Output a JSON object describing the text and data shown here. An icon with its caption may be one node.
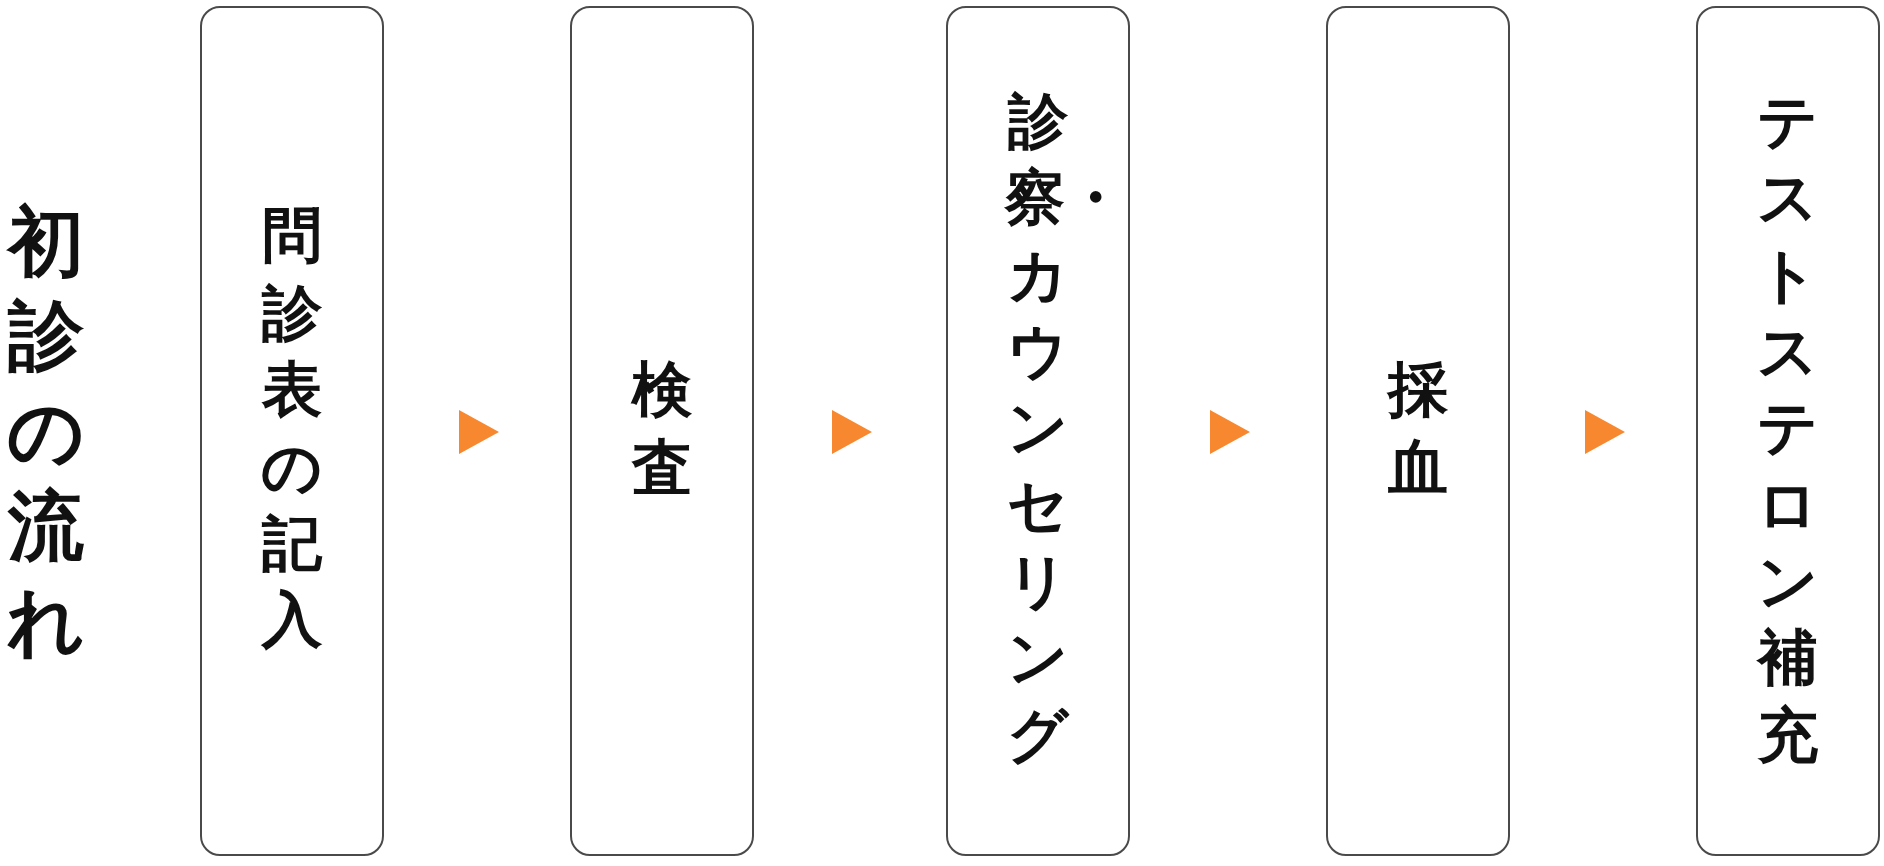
{
  "diagram": {
    "title": "初診の流れ",
    "nodes": [
      {
        "text": [
          "問診表の記入"
        ]
      },
      {
        "text": [
          "検査"
        ]
      },
      {
        "text": [
          "診察・カウンセリング"
        ]
      },
      {
        "text": [
          "採血"
        ]
      },
      {
        "text": [
          "テストステロン補充"
        ]
      }
    ],
    "edges": [
      {
        "from": 0,
        "to": 1,
        "arrow": "to"
      },
      {
        "from": 1,
        "to": 2,
        "arrow": "to"
      },
      {
        "from": 2,
        "to": 3,
        "arrow": "to"
      },
      {
        "from": 3,
        "to": 4,
        "arrow": "to"
      }
    ]
  }
}
